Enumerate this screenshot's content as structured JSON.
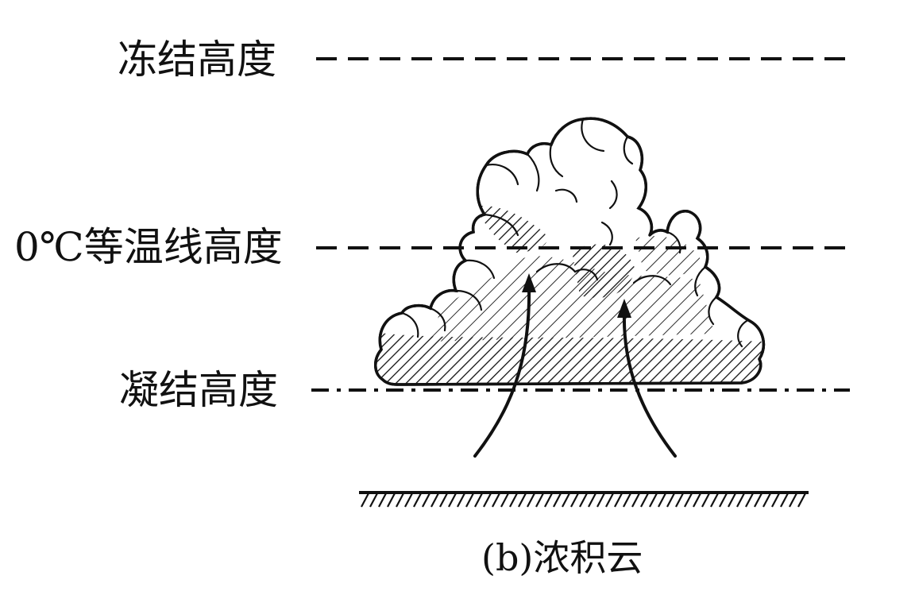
{
  "levels": {
    "freezing": "冻结高度",
    "isotherm_zero": "0℃等温线高度",
    "condensation": "凝结高度"
  },
  "caption": "(b)浓积云",
  "colors": {
    "ink": "#111111",
    "background": "#ffffff"
  }
}
